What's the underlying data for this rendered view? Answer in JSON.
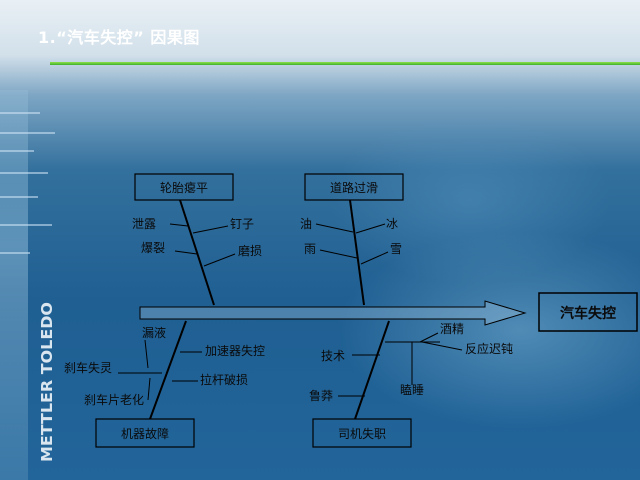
{
  "slide": {
    "title": "1.“汽车失控” 因果图",
    "logo_text": "METTLER TOLEDO",
    "colors": {
      "rule": "#4cbf2a",
      "line": "#000000",
      "box_border": "#000000"
    }
  },
  "diagram": {
    "effect": "汽车失控",
    "categories": [
      {
        "label": "轮胎瘪平",
        "causes": [
          "泄露",
          "钉子",
          "爆裂",
          "磨损"
        ]
      },
      {
        "label": "道路过滑",
        "causes": [
          "油",
          "冰",
          "雨",
          "雪"
        ]
      },
      {
        "label": "机器故障",
        "causes": [
          "漏液",
          "加速器失控",
          "刹车失灵",
          "拉杆破损",
          "刹车片老化"
        ]
      },
      {
        "label": "司机失职",
        "causes": [
          "酒精",
          "技术",
          "反应迟钝",
          "瞌睡",
          "鲁莽"
        ]
      }
    ]
  }
}
